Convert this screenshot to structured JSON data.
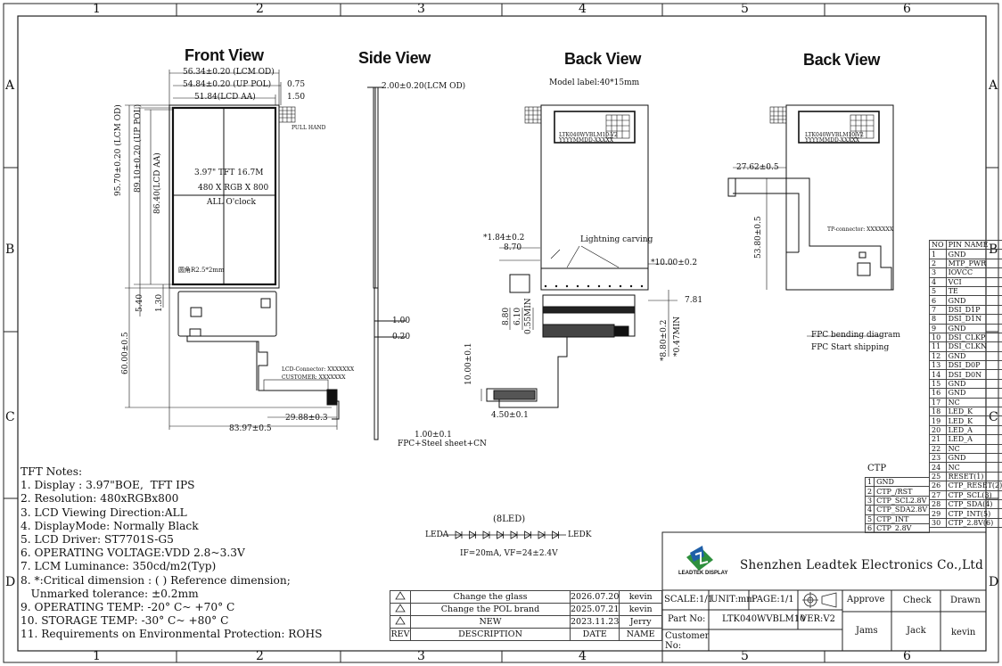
{
  "grid": {
    "columns": [
      "1",
      "2",
      "3",
      "4",
      "5",
      "6"
    ],
    "rows": [
      "A",
      "B",
      "C",
      "D"
    ]
  },
  "views": {
    "front": "Front View",
    "side": "Side View",
    "back1": "Back View",
    "back2": "Back View"
  },
  "front": {
    "dims_top": [
      "56.34±0.20 (LCM OD)",
      "54.84±0.20 (UP POL)",
      "51.84(LCD AA)"
    ],
    "dims_right_top": [
      "0.75",
      "1.50"
    ],
    "dims_left": [
      "95.70±0.20 (LCM OD)",
      "89.10±0.20 (UP POL)",
      "86.40(LCD AA)"
    ],
    "dims_left_low": [
      "5.40",
      "1.30",
      "60.00±0.5"
    ],
    "center_text": [
      "3.97\" TFT  16.7M",
      "480 X RGB X 800",
      "ALL O'clock"
    ],
    "pull_hand": "PULL HAND",
    "corner_note": "圆角R2.5*2mm",
    "bottom_dims": [
      "29.88±0.3",
      "83.97±0.5"
    ],
    "fpc_labels": [
      "LCD-Connector: XXXXXXX",
      "CUSTOMER: XXXXXXX"
    ]
  },
  "side": {
    "dims": [
      "2.00±0.20(LCM OD)",
      "1.00",
      "0.20",
      "1.00±0.1"
    ],
    "fpc_note": "FPC+Steel sheet+CN"
  },
  "back1": {
    "model_label": "Model label:40*15mm",
    "label_lines": [
      "LTK040WVBLM10-V2",
      "YYYYMMDD-XXXXX"
    ],
    "dims": [
      "*1.84±0.2",
      "8.70",
      "*10.00±0.2",
      "7.81",
      "8.80",
      "6.10",
      "0.55MIN",
      "*8.80±0.2",
      "*0.47MIN",
      "10.00±0.1",
      "4.50±0.1"
    ],
    "lightning": "Lightning carving"
  },
  "back2": {
    "label_lines": [
      "LTK040WVBLM10-V2",
      "YYYYMMDD-XXXXX"
    ],
    "dims": [
      "27.62±0.5",
      "53.80±0.5"
    ],
    "tp_connector": "TP-connector: XXXXXXX",
    "fpc_bending": "FPC bending diagram",
    "fpc_start": "FPC Start shipping"
  },
  "pin_table": {
    "headers": [
      "NO",
      "PIN NAME"
    ],
    "rows": [
      [
        "1",
        "GND"
      ],
      [
        "2",
        "MTP_PWR"
      ],
      [
        "3",
        "IOVCC"
      ],
      [
        "4",
        "VCI"
      ],
      [
        "5",
        "TE"
      ],
      [
        "6",
        "GND"
      ],
      [
        "7",
        "DSI_D1P"
      ],
      [
        "8",
        "DSI_D1N"
      ],
      [
        "9",
        "GND"
      ],
      [
        "10",
        "DSI_CLKP"
      ],
      [
        "11",
        "DSI_CLKN"
      ],
      [
        "12",
        "GND"
      ],
      [
        "13",
        "DSI_D0P"
      ],
      [
        "14",
        "DSI_D0N"
      ],
      [
        "15",
        "GND"
      ],
      [
        "16",
        "GND"
      ],
      [
        "17",
        "NC"
      ],
      [
        "18",
        "LED_K"
      ],
      [
        "19",
        "LED_K"
      ],
      [
        "20",
        "LED_A"
      ],
      [
        "21",
        "LED_A"
      ],
      [
        "22",
        "NC"
      ],
      [
        "23",
        "GND"
      ],
      [
        "24",
        "NC"
      ],
      [
        "25",
        "RESET(1)"
      ],
      [
        "26",
        "CTP_RESET(2)"
      ],
      [
        "27",
        "CTP_SCL(3)"
      ],
      [
        "28",
        "CTP_SDA(4)"
      ],
      [
        "29",
        "CTP_INT(5)"
      ],
      [
        "30",
        "CTP_2.8V(6)"
      ]
    ]
  },
  "ctp_table": {
    "title": "CTP",
    "rows": [
      [
        "1",
        "GND"
      ],
      [
        "2",
        "CTP_/RST"
      ],
      [
        "3",
        "CTP_SCL2.8V"
      ],
      [
        "4",
        "CTP_SDA2.8V"
      ],
      [
        "5",
        "CTP_INT"
      ],
      [
        "6",
        "CTP_2.8V"
      ]
    ]
  },
  "notes": {
    "title": "TFT Notes:",
    "items": [
      "1. Display : 3.97\"BOE,  TFT IPS",
      "2. Resolution: 480xRGBx800",
      "3. LCD Viewing Direction:ALL",
      "4. DisplayMode: Normally Black",
      "5. LCD Driver: ST7701S-G5",
      "6. OPERATING VOLTAGE:VDD 2.8~3.3V",
      "7. LCM Luminance: 350cd/m2(Typ)",
      "8. *:Critical dimension : ( ) Reference dimension;",
      "   Unmarked tolerance: ±0.2mm",
      "9. OPERATING TEMP: -20° C~ +70° C",
      "10. STORAGE TEMP: -30° C~ +80° C",
      "11. Requirements on Environmental Protection: ROHS"
    ]
  },
  "led": {
    "title": "(8LED)",
    "left": "LEDA",
    "right": "LEDK",
    "spec": "IF=20mA, VF=24±2.4V"
  },
  "revisions": {
    "rows": [
      [
        "",
        "Change the glass",
        "2026.07.20",
        "kevin"
      ],
      [
        "",
        "Change the POL brand",
        "2025.07.21",
        "kevin"
      ],
      [
        "",
        "NEW",
        "2023.11.23",
        "Jerry"
      ]
    ],
    "header": [
      "REV",
      "DESCRIPTION",
      "DATE",
      "NAME"
    ]
  },
  "titleblock": {
    "company": "Shenzhen Leadtek Electronics Co.,Ltd",
    "logo_text": "LEADTEK DISPLAY",
    "scale": "SCALE:1/1",
    "unit": "UNIT:mm",
    "page": "PAGE:1/1",
    "part_label": "Part No:",
    "part_no": "LTK040WVBLM10",
    "ver": "VER:V2",
    "customer_label": "Customer No:",
    "approve": "Approve",
    "check": "Check",
    "drawn": "Drawn",
    "approve_name": "Jams",
    "check_name": "Jack",
    "drawn_name": "kevin"
  }
}
